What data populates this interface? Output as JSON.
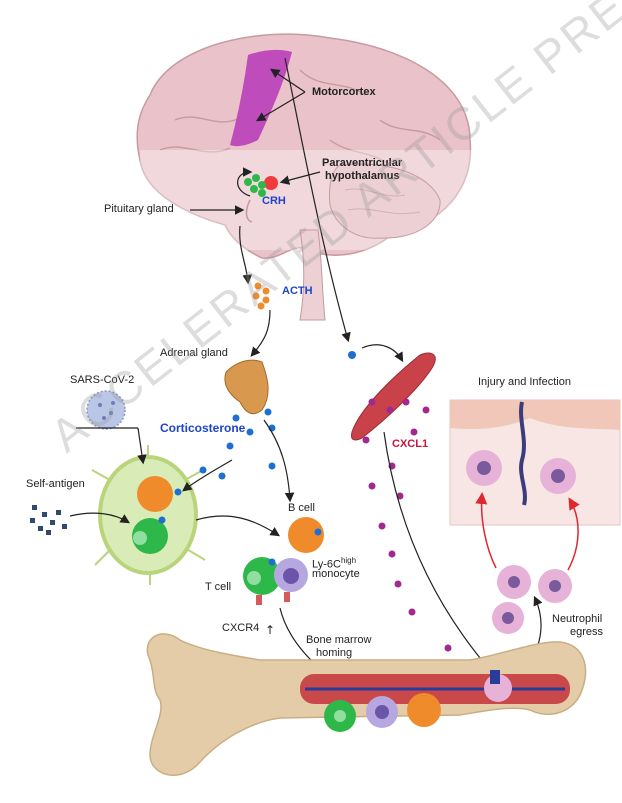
{
  "labels": {
    "motorcortex": "Motorcortex",
    "pvh_line1": "Paraventricular",
    "pvh_line2": "hypothalamus",
    "crh": "CRH",
    "pituitary": "Pituitary gland",
    "acth": "ACTH",
    "adrenal": "Adrenal gland",
    "sars": "SARS-CoV-2",
    "corticosterone": "Corticosterone",
    "self_antigen": "Self-antigen",
    "b_cell": "B cell",
    "ly6c_prefix": "Ly-6C",
    "ly6c_sup": "high",
    "monocyte": "monocyte",
    "t_cell": "T cell",
    "cxcr4": "CXCR4",
    "bm_line1": "Bone marrow",
    "bm_line2": "homing",
    "cxcl1": "CXCL1",
    "injury": "Injury and Infection",
    "neutro_line1": "Neutrophil",
    "neutro_line2": "egress"
  },
  "watermark": "ACCELERATED ARTICLE PREVIEW",
  "colors": {
    "brain": "#e9c3c9",
    "motorcortex": "#b93fb9",
    "acth": "#f08b2c",
    "blue_dot": "#1f6fd0",
    "cxcl1_dot": "#a0288e",
    "muscle": "#c9424a",
    "bone": "#e3cca7",
    "tcell": "#2fb84a",
    "bcell": "#f08b2c",
    "monocyte": "#8e7bc6",
    "neutrophil": "#e7b2d8"
  }
}
